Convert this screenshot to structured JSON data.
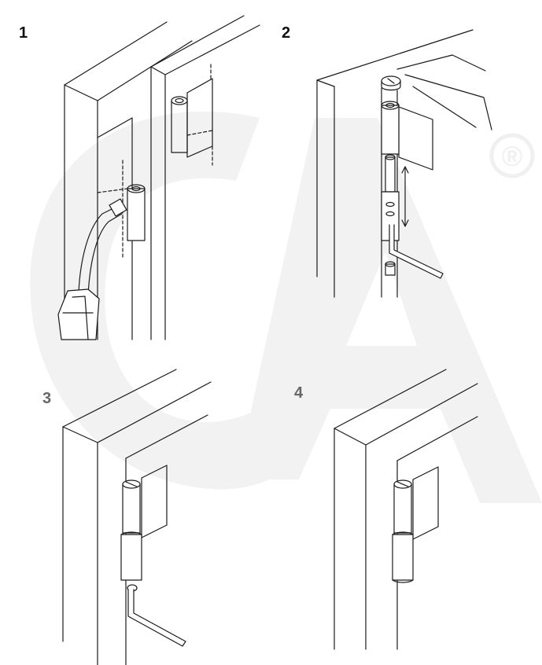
{
  "steps": [
    {
      "number": "1",
      "description_icons": [
        "welding-torch-icon",
        "hinge-icon"
      ]
    },
    {
      "number": "2",
      "description_icons": [
        "hinge-pin-cap-icon",
        "hex-key-icon",
        "adjust-arrow-icon"
      ]
    },
    {
      "number": "3",
      "description_icons": [
        "hinge-icon",
        "hex-key-icon"
      ]
    },
    {
      "number": "4",
      "description_icons": [
        "hinge-icon"
      ]
    }
  ],
  "watermark": {
    "registered_mark": "®"
  },
  "colors": {
    "line": "#1a1a1a",
    "watermark": "#f3f3f3",
    "label_dark": "#111111",
    "label_gray": "#666666"
  }
}
